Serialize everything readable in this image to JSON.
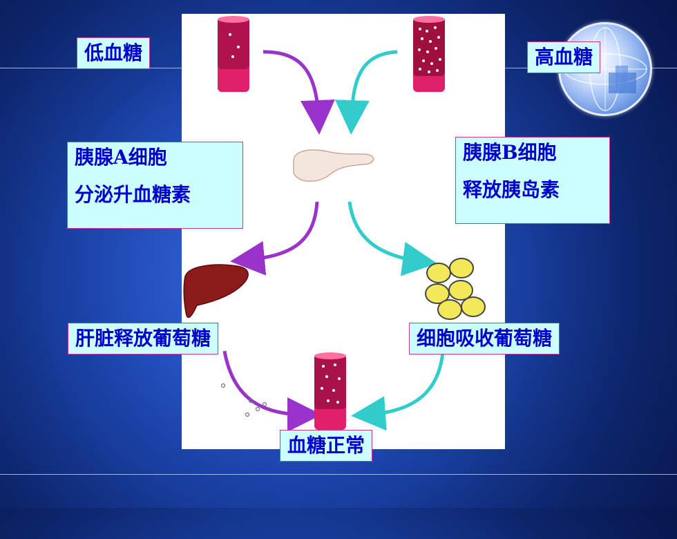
{
  "labels": {
    "low_glucose": "低血糖",
    "high_glucose": "高血糖",
    "alpha_cell_line1": "胰腺A细胞",
    "alpha_cell_line2": "分泌升血糖素",
    "beta_cell_line1": "胰腺B细胞",
    "beta_cell_line2": "释放胰岛素",
    "liver_release": "肝脏释放葡萄糖",
    "cell_uptake": "细胞吸收葡萄糖",
    "normal_glucose": "血糖正常"
  },
  "icons": [
    "blood-tube-low-icon",
    "blood-tube-high-icon",
    "pancreas-icon",
    "liver-icon",
    "fat-cells-icon",
    "blood-tube-normal-icon",
    "globe-logo-icon"
  ],
  "colors": {
    "label_bg": "#ccffff",
    "label_text": "#0000cc",
    "label_border": "#cc3399",
    "arrow_purple": "#9933cc",
    "arrow_cyan": "#33cccc",
    "tube": "#e0206a"
  }
}
